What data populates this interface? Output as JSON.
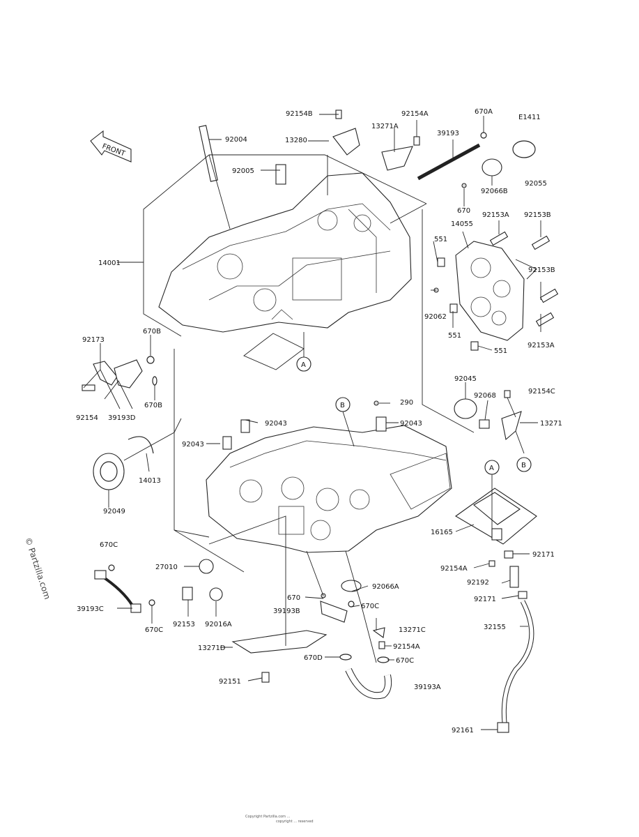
{
  "diagram_code": "E1411",
  "watermark": "© Partzilla.com",
  "front_label": "FRONT",
  "footer": [
    "Copyright Partzilla.com ...",
    "copyright ... reserved"
  ],
  "callouts": [
    "A",
    "B"
  ],
  "parts": {
    "p92154B": "92154B",
    "p13280": "13280",
    "p13271A": "13271A",
    "p92154A_top": "92154A",
    "p670A": "670A",
    "p39193": "39193",
    "p92004": "92004",
    "p92005": "92005",
    "p92066B": "92066B",
    "p92055": "92055",
    "p670_top": "670",
    "p14055": "14055",
    "p92153A_top": "92153A",
    "p92153B_top": "92153B",
    "p551_a": "551",
    "p92153B_mid": "92153B",
    "p92062": "92062",
    "p551_b": "551",
    "p551_c": "551",
    "p92153A_mid": "92153A",
    "p14001": "14001",
    "p670B_a": "670B",
    "p92173": "92173",
    "p92154": "92154",
    "p39193D": "39193D",
    "p670B_b": "670B",
    "p92045": "92045",
    "p92068": "92068",
    "p92154C": "92154C",
    "p290": "290",
    "p92043_a": "92043",
    "p92043_b": "92043",
    "p92043_c": "92043",
    "p13271": "13271",
    "p14013": "14013",
    "p92049": "92049",
    "p670C_a": "670C",
    "p16165": "16165",
    "p27010": "27010",
    "p92066A": "92066A",
    "p92154A_b": "92154A",
    "p92171_a": "92171",
    "p92192": "92192",
    "p92171_b": "92171",
    "p670_mid": "670",
    "p670C_b": "670C",
    "p39193C": "39193C",
    "p92153": "92153",
    "p92016A": "92016A",
    "p39193B": "39193B",
    "p670C_c": "670C",
    "p13271C": "13271C",
    "p92154A_c": "92154A",
    "p32155": "32155",
    "p13271D": "13271D",
    "p670D": "670D",
    "p670C_d": "670C",
    "p92151": "92151",
    "p39193A": "39193A",
    "p92161": "92161"
  }
}
